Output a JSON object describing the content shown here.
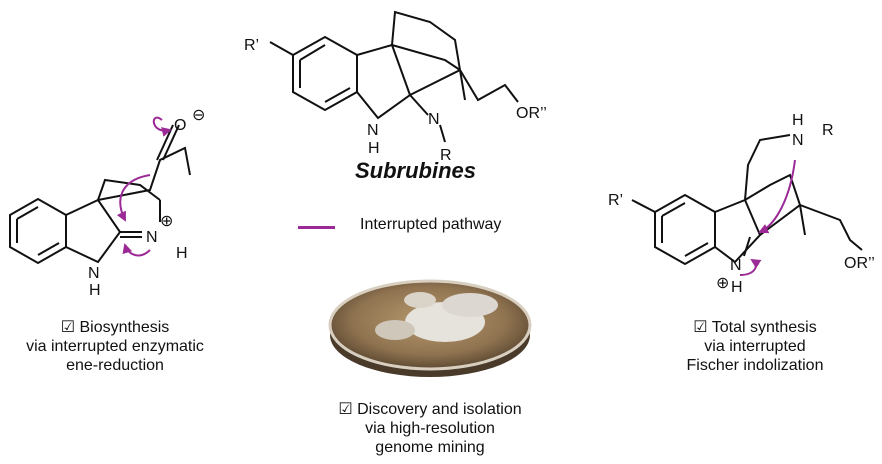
{
  "title": "Subrubines",
  "legend": {
    "label": "Interrupted pathway",
    "color": "#9b2a96"
  },
  "top_structure": {
    "r1": "R’",
    "or": "OR’’",
    "nh_n": "N",
    "nh_h": "H",
    "n": "N",
    "r": "R"
  },
  "left_structure": {
    "o": "O",
    "minus": "⊖",
    "n_plus": "N",
    "plus": "⊕",
    "h": "H",
    "nh_n": "N",
    "nh_h": "H"
  },
  "right_structure": {
    "r1": "R’",
    "or": "OR’’",
    "nh_n": "N",
    "nh_h": "H",
    "r": "R",
    "n": "N",
    "plus": "⊕",
    "h": "H"
  },
  "captions": {
    "left": {
      "check": "☑",
      "lines": [
        "Biosynthesis",
        "via interrupted enzymatic",
        "ene-reduction"
      ]
    },
    "center": {
      "check": "☑",
      "lines": [
        "Discovery and isolation",
        "via high-resolution",
        "genome mining"
      ]
    },
    "right": {
      "check": "☑",
      "lines": [
        "Total synthesis",
        "via interrupted",
        "Fischer indolization"
      ]
    }
  }
}
